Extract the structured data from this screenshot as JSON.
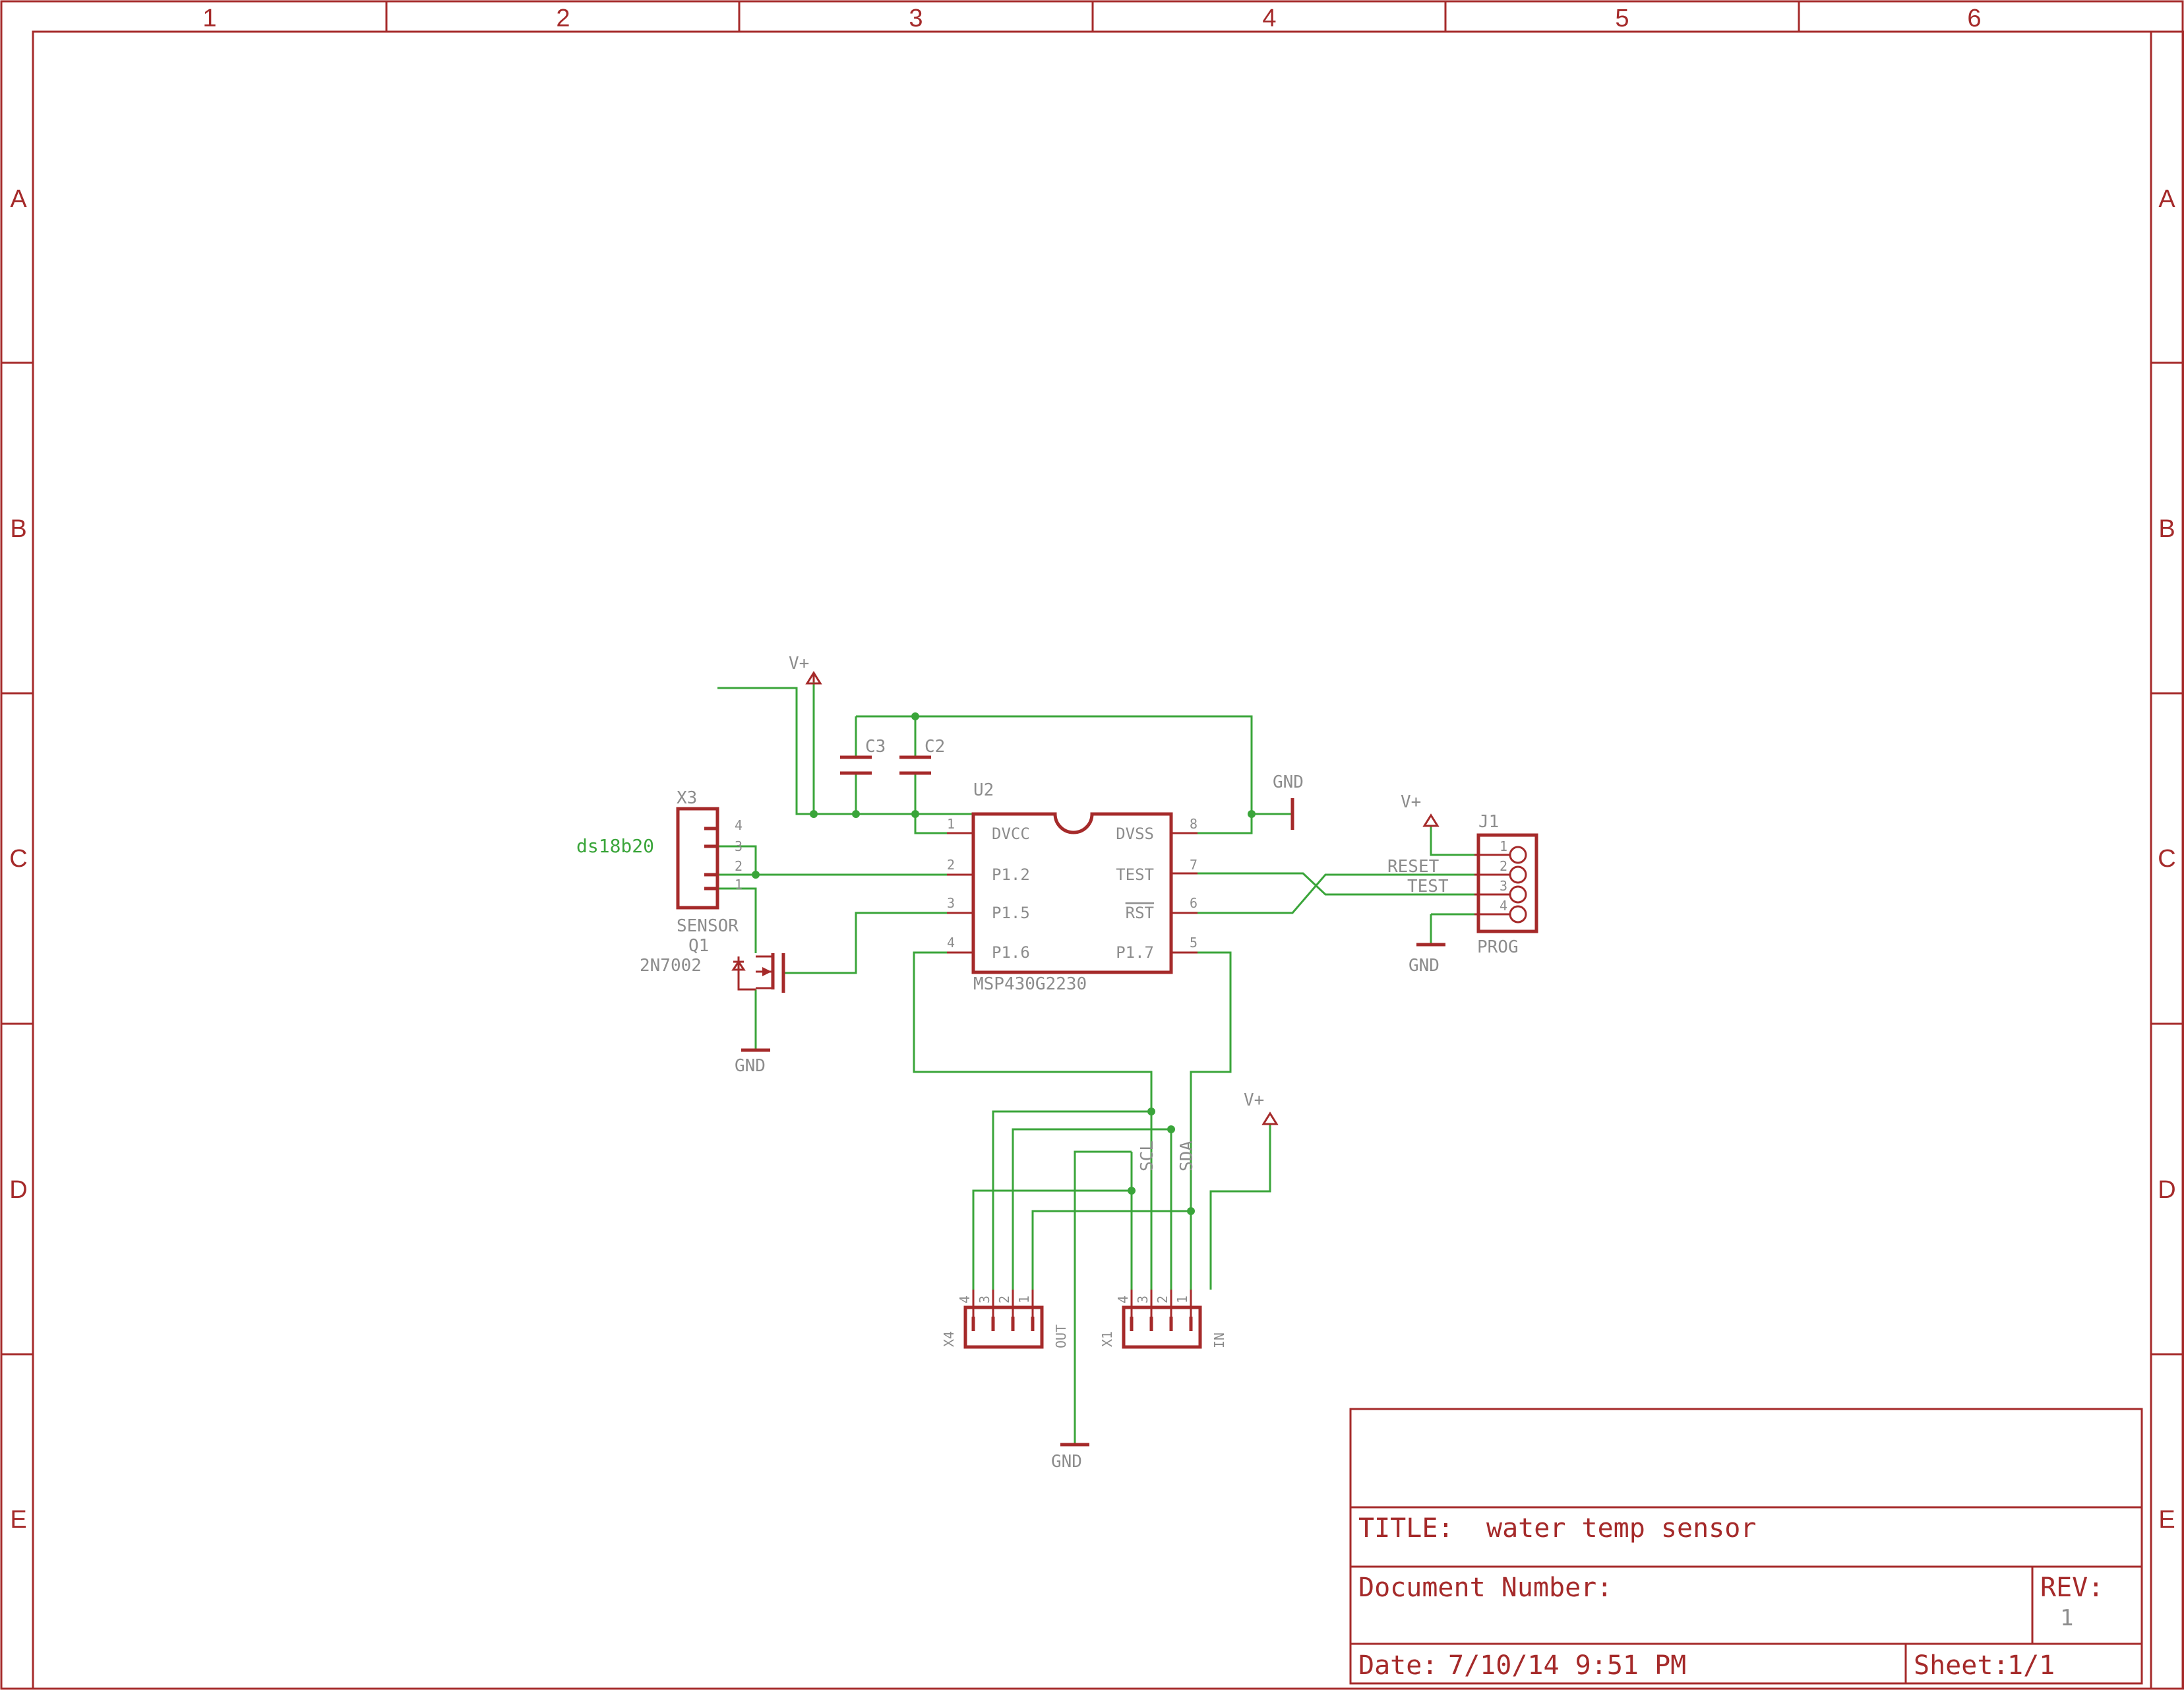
{
  "frame": {
    "columns": [
      "1",
      "2",
      "3",
      "4",
      "5",
      "6"
    ],
    "rows": [
      "A",
      "B",
      "C",
      "D",
      "E"
    ]
  },
  "title_block": {
    "title_label": "TITLE:",
    "title_value": "water temp sensor",
    "docnum_label": "Document Number:",
    "rev_label": "REV:",
    "rev_value": "1",
    "date_label": "Date:",
    "date_value": "7/10/14 9:51 PM",
    "sheet_label": "Sheet:",
    "sheet_value": "1/1"
  },
  "power": {
    "vplus": "V+",
    "gnd": "GND"
  },
  "u2": {
    "ref": "U2",
    "value": "MSP430G2230",
    "pins_left": [
      {
        "num": "1",
        "name": "DVCC"
      },
      {
        "num": "2",
        "name": "P1.2"
      },
      {
        "num": "3",
        "name": "P1.5"
      },
      {
        "num": "4",
        "name": "P1.6"
      }
    ],
    "pins_right": [
      {
        "num": "8",
        "name": "DVSS"
      },
      {
        "num": "7",
        "name": "TEST"
      },
      {
        "num": "6",
        "name": "RST"
      },
      {
        "num": "5",
        "name": "P1.7"
      }
    ]
  },
  "c3": "C3",
  "c2": "C2",
  "x3": {
    "ref": "X3",
    "value": "SENSOR",
    "label": "ds18b20",
    "pins": [
      "4",
      "3",
      "2",
      "1"
    ]
  },
  "q1": {
    "ref": "Q1",
    "value": "2N7002"
  },
  "j1": {
    "ref": "J1",
    "value": "PROG",
    "pins": [
      "1",
      "2",
      "3",
      "4"
    ],
    "net_reset": "RESET",
    "net_test": "TEST"
  },
  "x4": {
    "ref": "X4",
    "value": "OUT",
    "pins": [
      "4",
      "3",
      "2",
      "1"
    ]
  },
  "x1": {
    "ref": "X1",
    "value": "IN",
    "pins": [
      "4",
      "3",
      "2",
      "1"
    ]
  },
  "nets": {
    "scl": "SCL",
    "sda": "SDA"
  }
}
